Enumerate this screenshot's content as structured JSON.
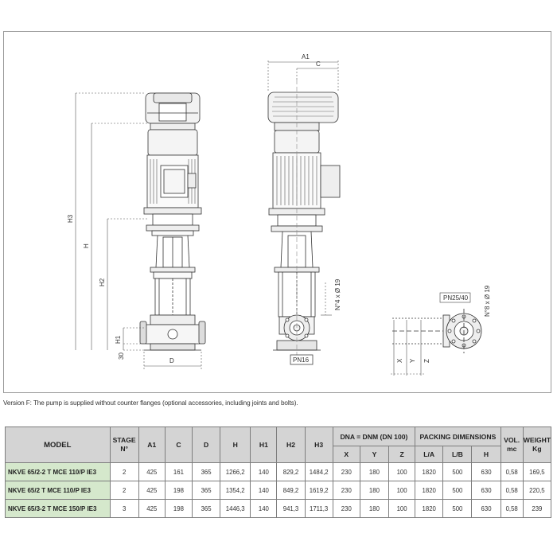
{
  "drawing": {
    "labels": {
      "a1": "A1",
      "c": "C",
      "d": "D",
      "h": "H",
      "h1": "H1",
      "h2": "H2",
      "h3": "H3",
      "dim30": "30",
      "pn16": "PN16",
      "pn25": "PN25/40",
      "holes": "N°4 x Ø 19",
      "holes8": "N°8 x Ø 19",
      "x": "X",
      "y": "Y",
      "z": "Z"
    }
  },
  "note": "Version F: The pump is supplied without counter flanges (optional accessories, including joints and bolts).",
  "table": {
    "headers": {
      "model": "MODEL",
      "stage": "STAGE",
      "stage2": "N°",
      "a1": "A1",
      "c": "C",
      "d": "D",
      "h": "H",
      "h1": "H1",
      "h2": "H2",
      "h3": "H3",
      "dna": "DNA = DNM (DN 100)",
      "x": "X",
      "y": "Y",
      "z": "Z",
      "packing": "PACKING DIMENSIONS",
      "la": "L/A",
      "lb": "L/B",
      "ph": "H",
      "vol": "VOL.",
      "vol2": "mc",
      "weight": "WEIGHT",
      "weight2": "Kg"
    },
    "rows": [
      {
        "model": "NKVE 65/2-2 T MCE 110/P IE3",
        "stage": "2",
        "a1": "425",
        "c": "161",
        "d": "365",
        "h": "1266,2",
        "h1": "140",
        "h2": "829,2",
        "h3": "1484,2",
        "x": "230",
        "y": "180",
        "z": "100",
        "la": "1820",
        "lb": "500",
        "ph": "630",
        "vol": "0,58",
        "weight": "169,5"
      },
      {
        "model": "NKVE 65/2 T MCE 110/P IE3",
        "stage": "2",
        "a1": "425",
        "c": "198",
        "d": "365",
        "h": "1354,2",
        "h1": "140",
        "h2": "849,2",
        "h3": "1619,2",
        "x": "230",
        "y": "180",
        "z": "100",
        "la": "1820",
        "lb": "500",
        "ph": "630",
        "vol": "0,58",
        "weight": "220,5"
      },
      {
        "model": "NKVE 65/3-2 T MCE 150/P IE3",
        "stage": "3",
        "a1": "425",
        "c": "198",
        "d": "365",
        "h": "1446,3",
        "h1": "140",
        "h2": "941,3",
        "h3": "1711,3",
        "x": "230",
        "y": "180",
        "z": "100",
        "la": "1820",
        "lb": "500",
        "ph": "630",
        "vol": "0,58",
        "weight": "239"
      }
    ]
  }
}
